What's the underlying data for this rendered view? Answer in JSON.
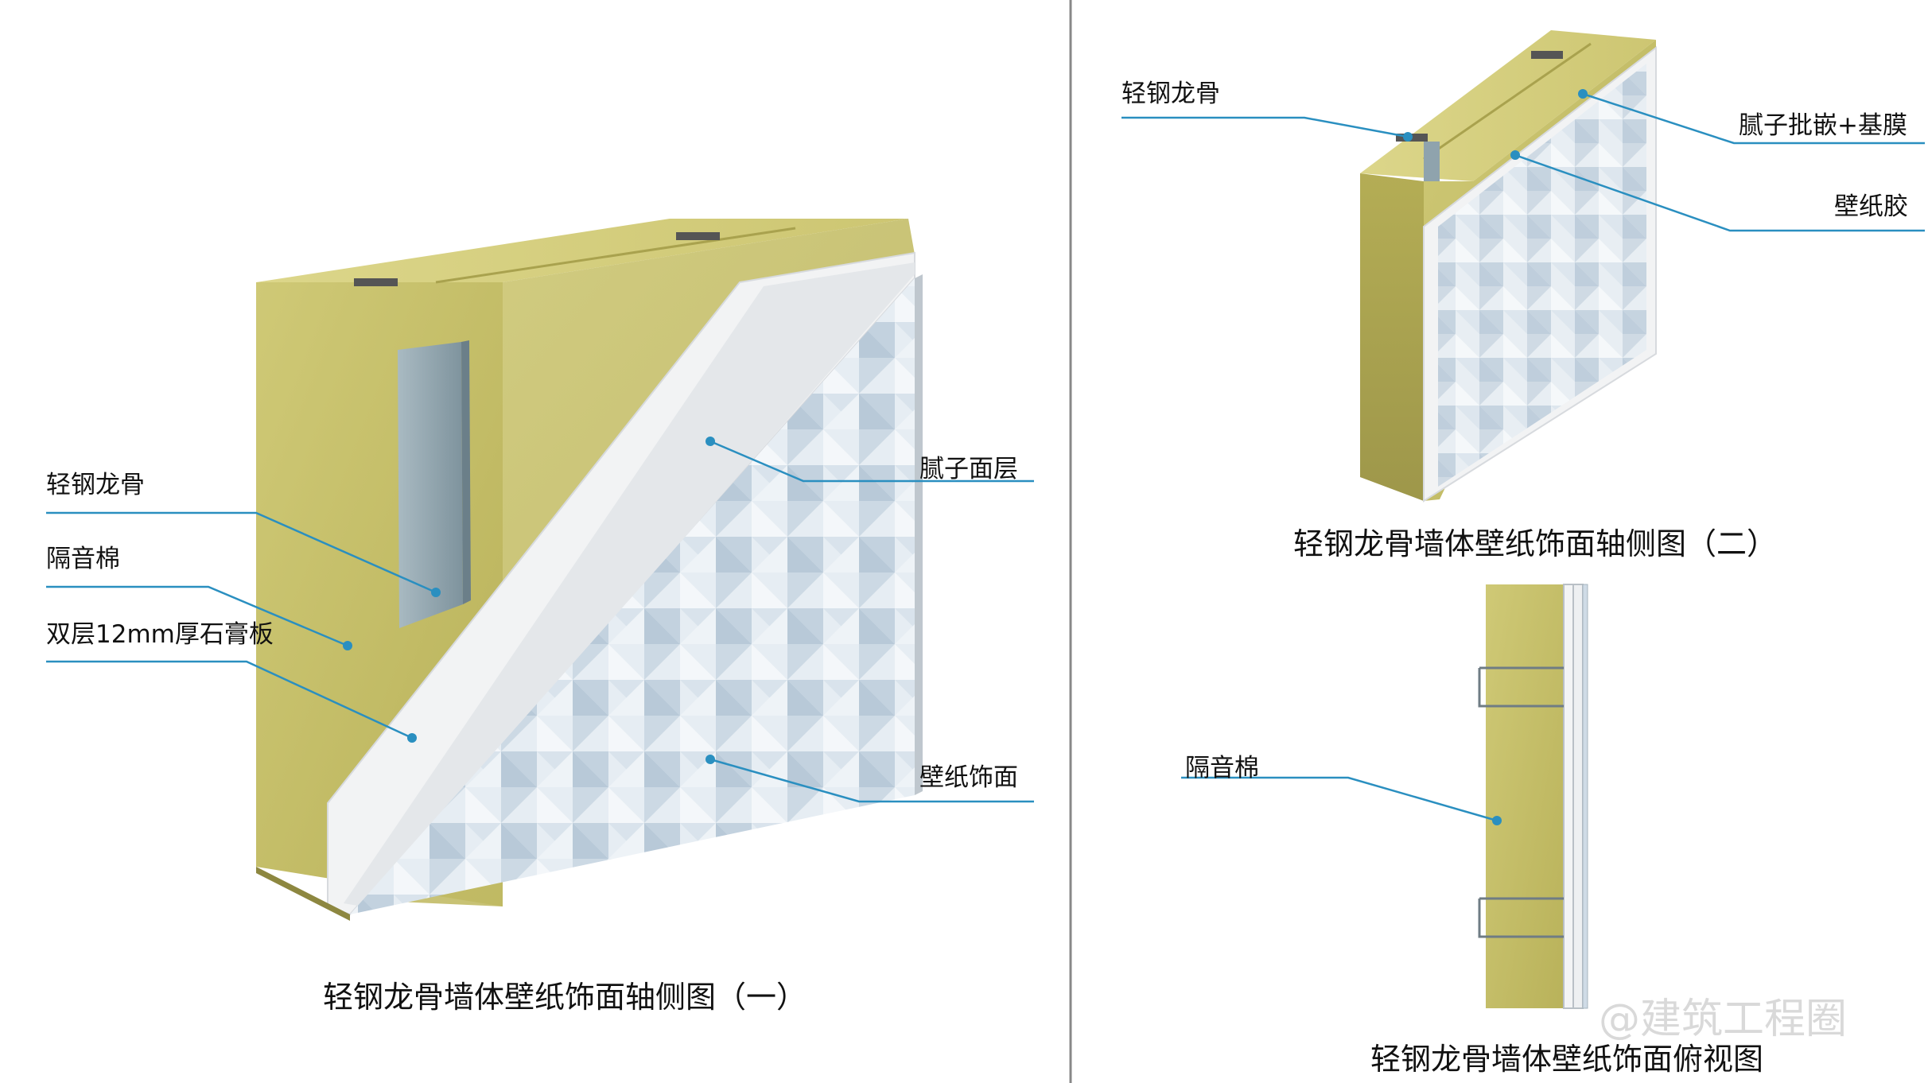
{
  "panel1": {
    "labels": {
      "stud": "轻钢龙骨",
      "insulation": "隔音棉",
      "gypsum": "双层12mm厚石膏板",
      "putty": "腻子面层",
      "wallpaper": "壁纸饰面"
    },
    "caption": "轻钢龙骨墙体壁纸饰面轴侧图（一）"
  },
  "panel2": {
    "labels": {
      "stud": "轻钢龙骨",
      "putty_film": "腻子批嵌+基膜",
      "glue": "壁纸胶"
    },
    "caption": "轻钢龙骨墙体壁纸饰面轴侧图（二）"
  },
  "panel3": {
    "labels": {
      "insulation": "隔音棉"
    },
    "caption": "轻钢龙骨墙体壁纸饰面俯视图"
  },
  "watermark": "@建筑工程圈",
  "colors": {
    "insulation": "#c9c46a",
    "insulation_dark": "#a8a24c",
    "stud": "#8fa3ad",
    "board": "#f2f3f4",
    "wallpaper": "#dfe7ef",
    "leader": "#2a8fc0",
    "divider": "#888888"
  }
}
